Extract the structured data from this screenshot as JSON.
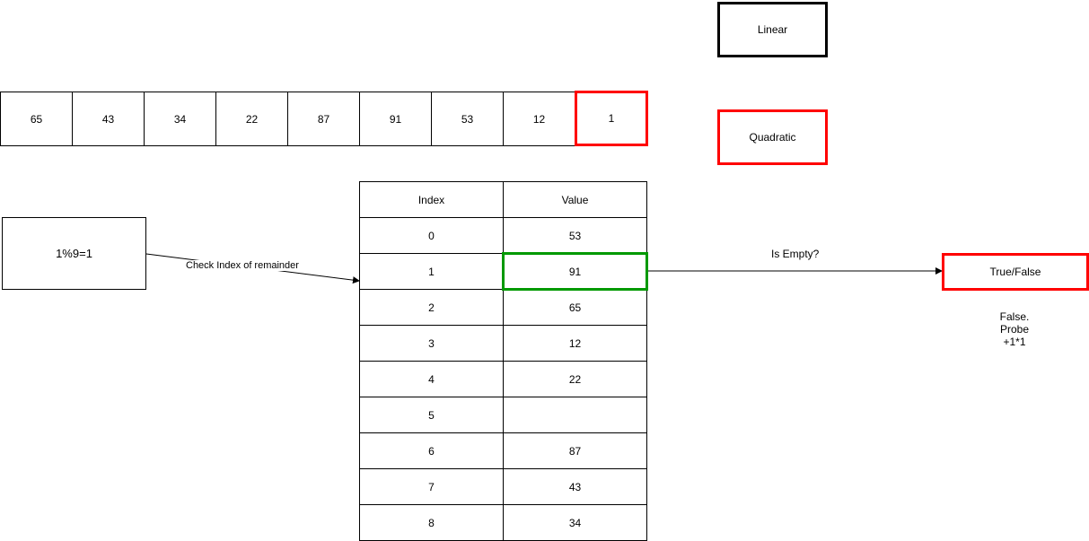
{
  "input_array": [
    "65",
    "43",
    "34",
    "22",
    "87",
    "91",
    "53",
    "12",
    "1"
  ],
  "mode_buttons": {
    "linear": "Linear",
    "quadratic": "Quadratic"
  },
  "hash_expression": "1%9=1",
  "check_label": "Check Index of remainder",
  "table": {
    "headers": {
      "index": "Index",
      "value": "Value"
    },
    "rows": [
      {
        "index": "0",
        "value": "53"
      },
      {
        "index": "1",
        "value": "91"
      },
      {
        "index": "2",
        "value": "65"
      },
      {
        "index": "3",
        "value": "12"
      },
      {
        "index": "4",
        "value": "22"
      },
      {
        "index": "5",
        "value": ""
      },
      {
        "index": "6",
        "value": "87"
      },
      {
        "index": "7",
        "value": "43"
      },
      {
        "index": "8",
        "value": "34"
      }
    ]
  },
  "is_empty_label": "Is Empty?",
  "result_box": "True/False",
  "result_note": [
    "False.",
    "Probe",
    "+1*1"
  ],
  "colors": {
    "highlight_red": "#ff0000",
    "highlight_green": "#009900",
    "stroke": "#000000"
  }
}
